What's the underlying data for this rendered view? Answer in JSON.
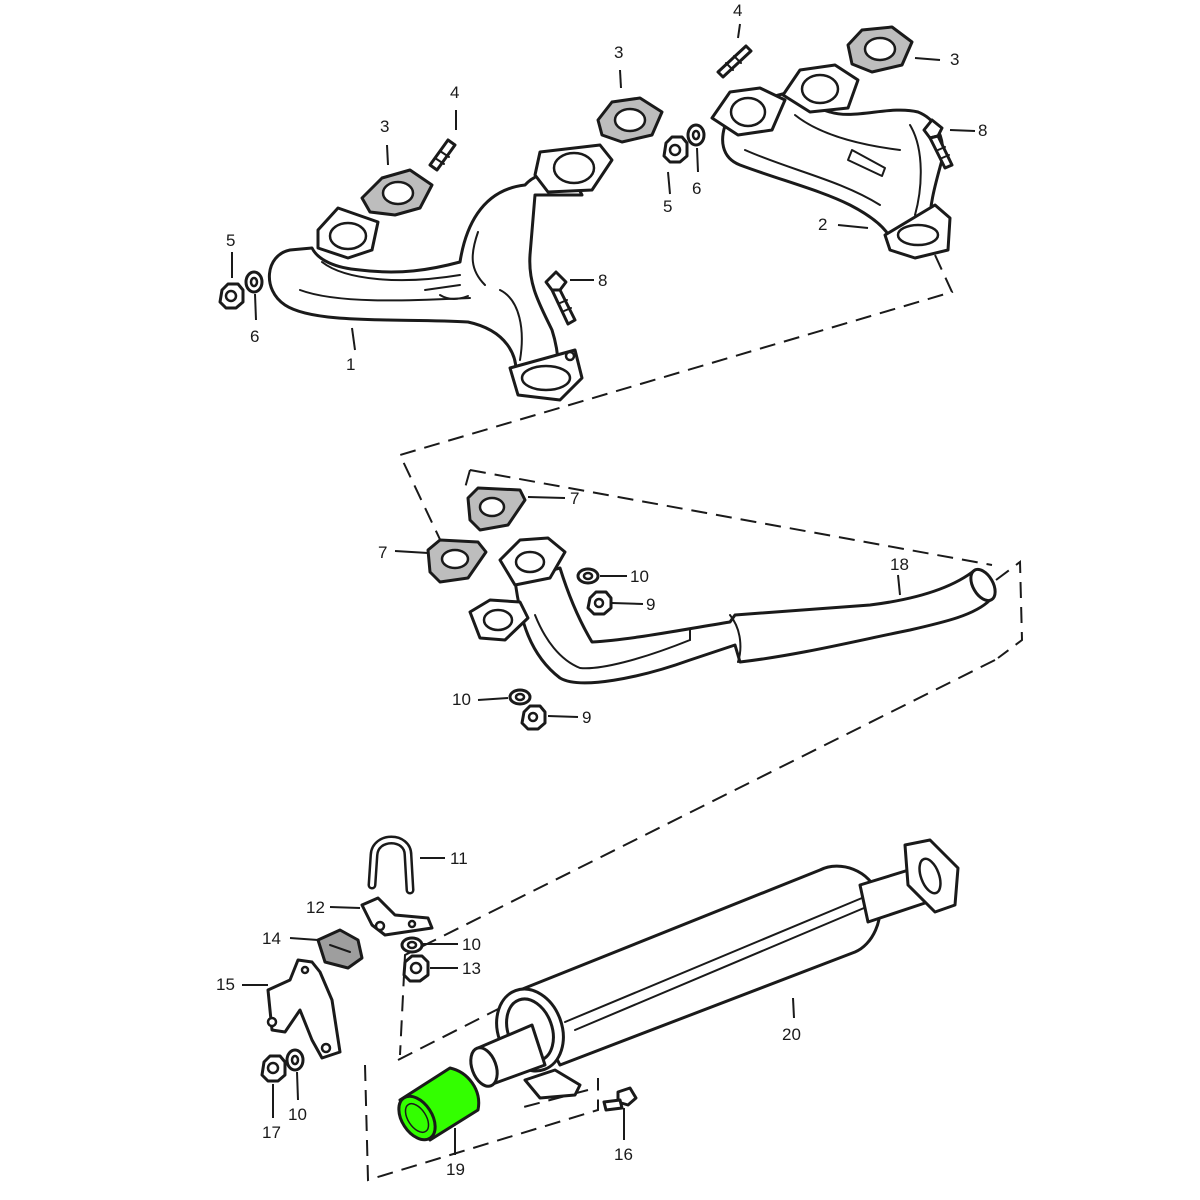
{
  "highlight_color": "#33ff00",
  "callouts": [
    {
      "key": "c1",
      "label": "1"
    },
    {
      "key": "c2",
      "label": "2"
    },
    {
      "key": "c3a",
      "label": "3"
    },
    {
      "key": "c3b",
      "label": "3"
    },
    {
      "key": "c3c",
      "label": "3"
    },
    {
      "key": "c4a",
      "label": "4"
    },
    {
      "key": "c4b",
      "label": "4"
    },
    {
      "key": "c5a",
      "label": "5"
    },
    {
      "key": "c5b",
      "label": "5"
    },
    {
      "key": "c6a",
      "label": "6"
    },
    {
      "key": "c6b",
      "label": "6"
    },
    {
      "key": "c8a",
      "label": "8"
    },
    {
      "key": "c8b",
      "label": "8"
    },
    {
      "key": "c7a",
      "label": "7"
    },
    {
      "key": "c7b",
      "label": "7"
    },
    {
      "key": "c10a",
      "label": "10"
    },
    {
      "key": "c9a",
      "label": "9"
    },
    {
      "key": "c18",
      "label": "18"
    },
    {
      "key": "c10b",
      "label": "10"
    },
    {
      "key": "c9b",
      "label": "9"
    },
    {
      "key": "c11",
      "label": "11"
    },
    {
      "key": "c12",
      "label": "12"
    },
    {
      "key": "c10c",
      "label": "10"
    },
    {
      "key": "c14",
      "label": "14"
    },
    {
      "key": "c13",
      "label": "13"
    },
    {
      "key": "c15",
      "label": "15"
    },
    {
      "key": "c20",
      "label": "20"
    },
    {
      "key": "c17",
      "label": "17"
    },
    {
      "key": "c10d",
      "label": "10"
    },
    {
      "key": "c19",
      "label": "19"
    },
    {
      "key": "c16",
      "label": "16"
    }
  ]
}
